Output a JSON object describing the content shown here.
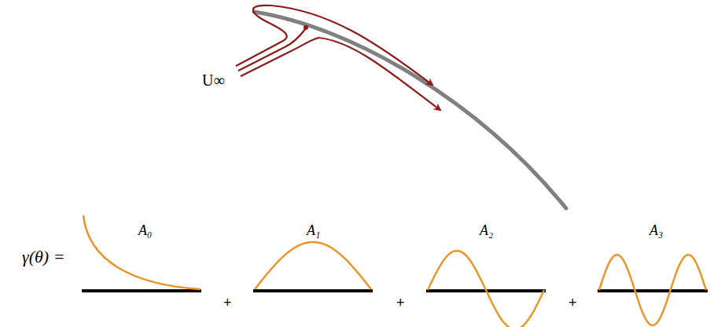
{
  "diagram": {
    "labels": [
      "U∞",
      "γ(θ) =",
      "A₀",
      "A₁",
      "A₂",
      "A₃",
      "+",
      "+",
      "+"
    ]
  }
}
